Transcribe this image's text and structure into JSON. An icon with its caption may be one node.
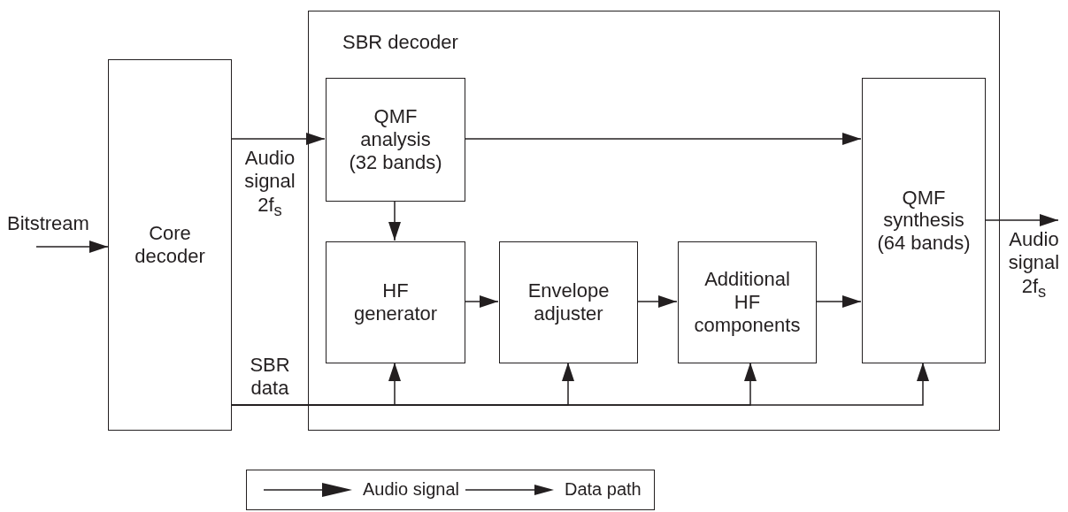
{
  "diagram": {
    "nodes": [
      {
        "text": [
          "Core decoder"
        ]
      },
      {
        "text": [
          "SBR decoder"
        ]
      },
      {
        "text": [
          "QMF analysis (32 bands)"
        ],
        "in": 1
      },
      {
        "text": [
          "HF generator"
        ],
        "in": 1
      },
      {
        "text": [
          "Envelope adjuster"
        ],
        "in": 1
      },
      {
        "text": [
          "Additional HF components"
        ],
        "in": 1
      },
      {
        "text": [
          "QMF synthesis (64 bands)"
        ],
        "in": 1
      }
    ],
    "edges": [
      {
        "from": null,
        "to": 0,
        "arrow": "to",
        "label": "Bitstream"
      },
      {
        "from": 0,
        "to": 2,
        "arrow": "to",
        "label": "Audio signal 2f$_{s}$"
      },
      {
        "from": 2,
        "to": 6,
        "arrow": "to"
      },
      {
        "from": 2,
        "to": 3,
        "arrow": "to"
      },
      {
        "from": 3,
        "to": 4,
        "arrow": "to"
      },
      {
        "from": 4,
        "to": 5,
        "arrow": "to"
      },
      {
        "from": 5,
        "to": 6,
        "arrow": "to"
      },
      {
        "from": 6,
        "to": null,
        "arrow": "to",
        "label": "Audio signal 2f$_{s}$"
      },
      {
        "from": 0,
        "to": 3,
        "arrow": "to",
        "label": "SBR data"
      },
      {
        "from": 0,
        "to": 4,
        "arrow": "to"
      },
      {
        "from": 0,
        "to": 5,
        "arrow": "to"
      },
      {
        "from": 0,
        "to": 6,
        "arrow": "to"
      }
    ],
    "legend": [
      {
        "text": "Audio signal"
      },
      {
        "text": "Data path"
      }
    ]
  }
}
